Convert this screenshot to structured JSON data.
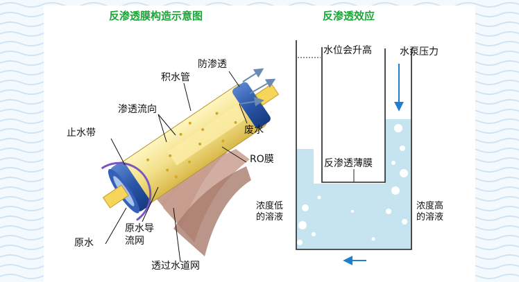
{
  "left_diagram": {
    "title": "反渗透膜构造示意图",
    "labels": {
      "anti_permeate": "防渗透",
      "product_tube": "积水管",
      "flow_direction": "渗透流向",
      "water_stop_band": "止水带",
      "waste_water": "废水",
      "ro_membrane": "RO膜",
      "raw_water_net_line1": "原水导",
      "raw_water_net_line2": "流网",
      "raw_water": "原水",
      "permeate_channel": "透过水道网"
    }
  },
  "right_diagram": {
    "title": "反渗透效应",
    "labels": {
      "level_rise": "水位会升高",
      "pump_pressure": "水泵压力",
      "membrane": "反渗透薄膜",
      "low_conc_line1": "浓度低",
      "low_conc_line2": "的溶液",
      "high_conc_line1": "浓度高",
      "high_conc_line2": "的溶液"
    }
  },
  "colors": {
    "title_green": "#1fa33a",
    "water_blue": "#c6e4f0",
    "arrow_blue": "#1e7fd0",
    "tube_blue": "#2a55a8",
    "tube_yellow": "#f3e08a"
  }
}
